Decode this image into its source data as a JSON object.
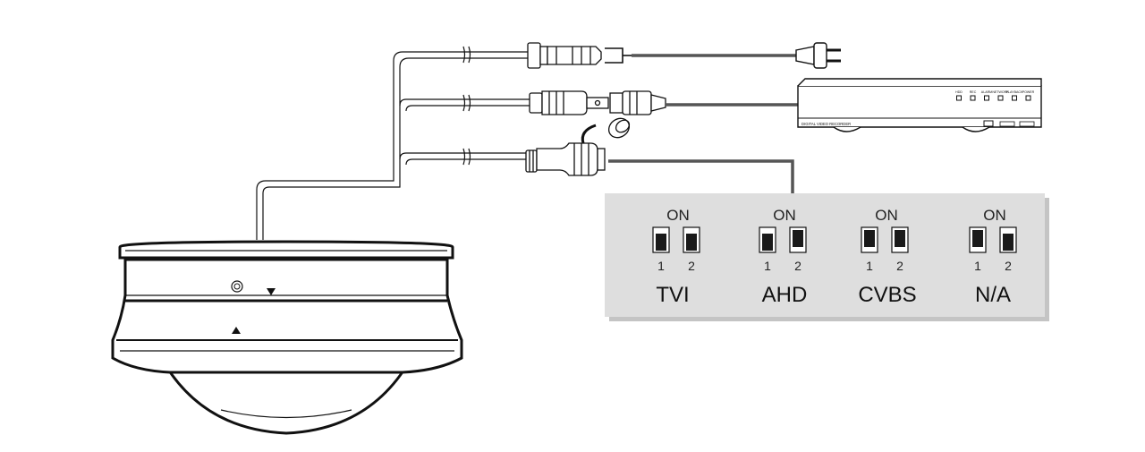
{
  "dip_panel": {
    "background": "#dedede",
    "modes": [
      {
        "on_label": "ON",
        "switch_labels": [
          "1",
          "2"
        ],
        "mode": "TVI",
        "switches_on": [
          false,
          false
        ]
      },
      {
        "on_label": "ON",
        "switch_labels": [
          "1",
          "2"
        ],
        "mode": "AHD",
        "switches_on": [
          false,
          true
        ]
      },
      {
        "on_label": "ON",
        "switch_labels": [
          "1",
          "2"
        ],
        "mode": "CVBS",
        "switches_on": [
          true,
          true
        ]
      },
      {
        "on_label": "ON",
        "switch_labels": [
          "1",
          "2"
        ],
        "mode": "N/A",
        "switches_on": [
          true,
          false
        ]
      }
    ]
  },
  "dvr": {
    "front_label": "DIGITAL VIDEO RECORDER",
    "leds": [
      "HDD",
      "REC",
      "ALARM",
      "NETWORK",
      "PLAYBACK",
      "POWER"
    ]
  },
  "icons": {
    "camera": "dome-camera-icon",
    "power_plug": "power-plug-icon",
    "recorder": "dvr-icon"
  },
  "colors": {
    "line": "#111111",
    "cable": "#555555",
    "panel": "#dedede"
  }
}
